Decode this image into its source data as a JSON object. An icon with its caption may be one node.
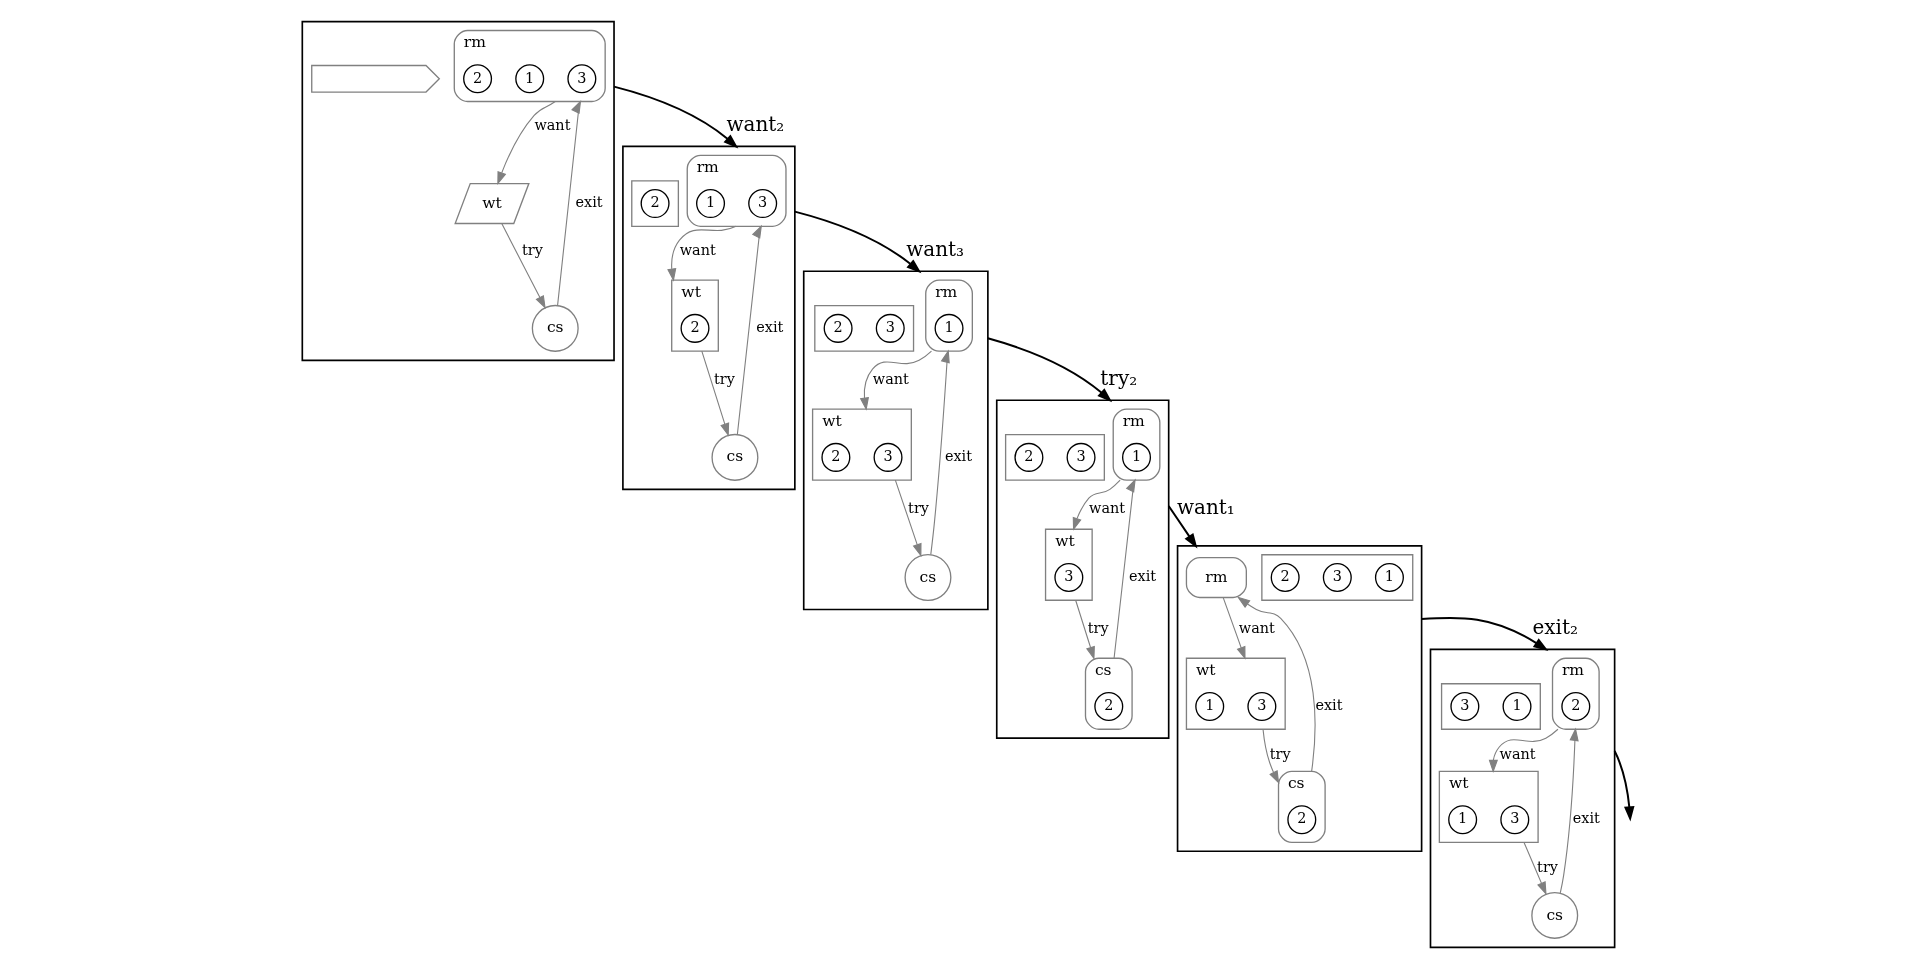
{
  "diagram": {
    "nodes": [
      {
        "text": [],
        "shape": "box"
      },
      {
        "text": [
          "rm"
        ],
        "in": 0
      },
      {
        "text": [
          "3"
        ],
        "in": 1
      },
      {
        "text": [
          "1"
        ],
        "in": 1
      },
      {
        "text": [
          "2"
        ],
        "in": 1
      },
      {
        "text": [
          "wt"
        ],
        "in": 0
      },
      {
        "text": [],
        "shape": "pentagon",
        "in": 0
      },
      {
        "text": [
          "cs"
        ],
        "in": 0
      },
      {
        "text": [],
        "shape": "box"
      },
      {
        "text": [
          "rm"
        ],
        "in": 8
      },
      {
        "text": [
          "1"
        ],
        "in": 9
      },
      {
        "text": [
          "wt"
        ],
        "in": 8
      },
      {
        "text": [
          "3"
        ],
        "in": 11
      },
      {
        "text": [
          "2"
        ],
        "in": 11
      },
      {
        "text": [],
        "shape": "pentagon",
        "in": 8
      },
      {
        "text": [
          "3"
        ],
        "in": 14
      },
      {
        "text": [
          "2"
        ],
        "in": 14
      },
      {
        "text": [
          "cs"
        ],
        "in": 8
      },
      {
        "text": [],
        "shape": "box"
      },
      {
        "text": [
          "rm"
        ],
        "in": 18
      },
      {
        "text": [
          "wt"
        ],
        "in": 18
      },
      {
        "text": [
          "3"
        ],
        "in": 20
      },
      {
        "text": [
          "1"
        ],
        "in": 20
      },
      {
        "text": [],
        "shape": "pentagon",
        "in": 18
      },
      {
        "text": [
          "1"
        ],
        "in": 23
      },
      {
        "text": [
          "3"
        ],
        "in": 23
      },
      {
        "text": [
          "2"
        ],
        "in": 23
      },
      {
        "text": [
          "cs"
        ],
        "in": 18
      },
      {
        "text": [
          "2"
        ],
        "in": 27
      },
      {
        "text": [],
        "shape": "box"
      },
      {
        "text": [
          "rm"
        ],
        "in": 29
      },
      {
        "text": [
          "3"
        ],
        "in": 30
      },
      {
        "text": [
          "1"
        ],
        "in": 30
      },
      {
        "text": [
          "wt"
        ],
        "in": 29
      },
      {
        "text": [
          "2"
        ],
        "in": 33
      },
      {
        "text": [],
        "shape": "pentagon",
        "in": 29
      },
      {
        "text": [
          "2"
        ],
        "in": 35
      },
      {
        "text": [
          "cs"
        ],
        "in": 29
      },
      {
        "text": [],
        "shape": "box"
      },
      {
        "text": [
          "rm"
        ],
        "in": 38
      },
      {
        "text": [
          "1"
        ],
        "in": 39
      },
      {
        "text": [
          "wt"
        ],
        "in": 38
      },
      {
        "text": [
          "3"
        ],
        "in": 41
      },
      {
        "text": [],
        "shape": "pentagon",
        "in": 38
      },
      {
        "text": [
          "3"
        ],
        "in": 43
      },
      {
        "text": [
          "2"
        ],
        "in": 43
      },
      {
        "text": [
          "cs"
        ],
        "in": 38
      },
      {
        "text": [
          "2"
        ],
        "in": 46
      },
      {
        "text": [],
        "shape": "box"
      },
      {
        "text": [
          "rm"
        ],
        "in": 48
      },
      {
        "text": [
          "2"
        ],
        "in": 49
      },
      {
        "text": [
          "wt"
        ],
        "in": 48
      },
      {
        "text": [
          "3"
        ],
        "in": 51
      },
      {
        "text": [
          "1"
        ],
        "in": 51
      },
      {
        "text": [],
        "shape": "pentagon",
        "in": 48
      },
      {
        "text": [
          "1"
        ],
        "in": 54
      },
      {
        "text": [
          "3"
        ],
        "in": 54
      },
      {
        "text": [
          "cs"
        ],
        "in": 48
      }
    ],
    "edges": [
      {
        "from": 1,
        "to": 5,
        "arrow": "to",
        "label": "want"
      },
      {
        "from": 5,
        "to": 7,
        "arrow": "to",
        "label": "try"
      },
      {
        "from": 7,
        "to": 1,
        "arrow": "to",
        "label": "exit"
      },
      {
        "from": 9,
        "to": 11,
        "arrow": "to",
        "label": "want"
      },
      {
        "from": 11,
        "to": 17,
        "arrow": "to",
        "label": "try"
      },
      {
        "from": 17,
        "to": 9,
        "arrow": "to",
        "label": "exit"
      },
      {
        "from": 19,
        "to": 20,
        "arrow": "to",
        "label": "want"
      },
      {
        "from": 20,
        "to": 27,
        "arrow": "to",
        "label": "try"
      },
      {
        "from": 27,
        "to": 19,
        "arrow": "to",
        "label": "exit"
      },
      {
        "from": 30,
        "to": 33,
        "arrow": "to",
        "label": "want"
      },
      {
        "from": 33,
        "to": 37,
        "arrow": "to",
        "label": "try"
      },
      {
        "from": 37,
        "to": 30,
        "arrow": "to",
        "label": "exit"
      },
      {
        "from": 39,
        "to": 41,
        "arrow": "to",
        "label": "want"
      },
      {
        "from": 41,
        "to": 46,
        "arrow": "to",
        "label": "try"
      },
      {
        "from": 46,
        "to": 39,
        "arrow": "to",
        "label": "exit"
      },
      {
        "from": 49,
        "to": 51,
        "arrow": "to",
        "label": "want"
      },
      {
        "from": 51,
        "to": 57,
        "arrow": "to",
        "label": "try"
      },
      {
        "from": 57,
        "to": 49,
        "arrow": "to",
        "label": "exit"
      },
      {
        "from": 0,
        "to": 29,
        "arrow": "to",
        "label": "want₂",
        "color": "#000000"
      },
      {
        "from": 29,
        "to": 8,
        "arrow": "to",
        "label": "want₃",
        "color": "#000000"
      },
      {
        "from": 8,
        "to": 38,
        "arrow": "to",
        "label": "try₂",
        "color": "#000000"
      },
      {
        "from": 38,
        "to": 18,
        "arrow": "to",
        "label": "want₁",
        "color": "#000000"
      },
      {
        "from": 18,
        "to": 48,
        "arrow": "to",
        "label": "exit₂",
        "color": "#000000"
      },
      {
        "from": 48,
        "to": null,
        "arrow": "to",
        "color": "#000000"
      }
    ]
  }
}
